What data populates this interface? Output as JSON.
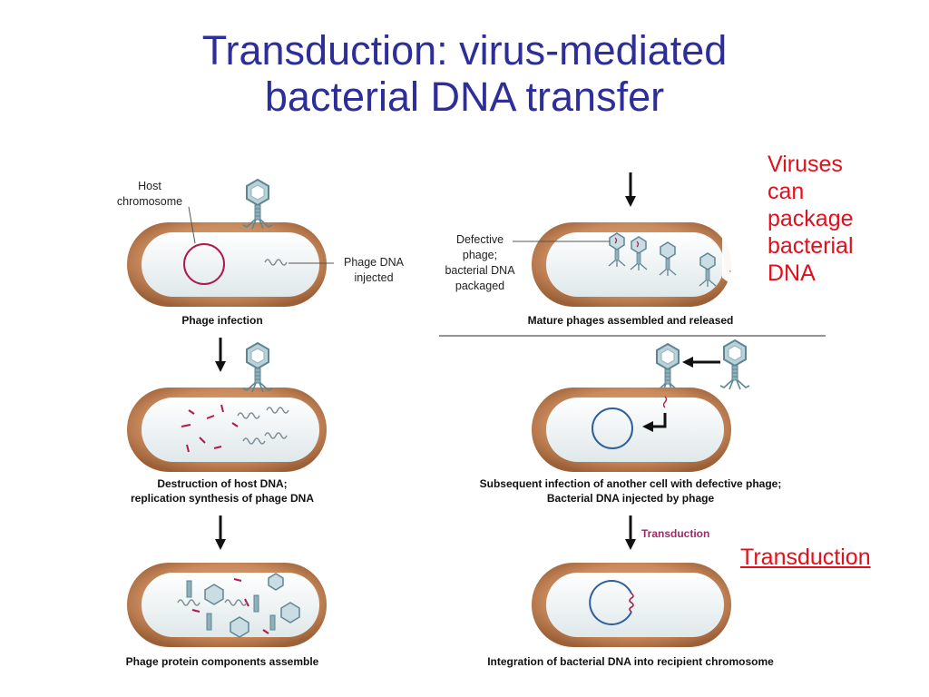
{
  "title": {
    "line1": "Transduction: virus-mediated",
    "line2": "bacterial DNA transfer"
  },
  "side_note": [
    "Viruses",
    "can",
    "package",
    "bacterial",
    "DNA"
  ],
  "transduction_link": "Transduction",
  "labels": {
    "host_chromosome": [
      "Host",
      "chromosome"
    ],
    "phage_dna_injected": [
      "Phage DNA",
      "injected"
    ],
    "defective_phage": [
      "Defective",
      "phage;",
      "bacterial DNA",
      "packaged"
    ],
    "transduction_arrow": "Transduction"
  },
  "captions": {
    "phage_infection": "Phage infection",
    "destruction": [
      "Destruction of host DNA;",
      "replication synthesis of phage DNA"
    ],
    "assemble": "Phage protein components assemble",
    "mature": "Mature phages assembled and released",
    "subsequent": [
      "Subsequent infection of another cell with defective phage;",
      "Bacterial DNA injected by phage"
    ],
    "integration": "Integration of bacterial DNA into recipient chromosome"
  },
  "colors": {
    "title": "#2e2e9a",
    "note": "#e0101c",
    "cell_wall": "#c98a5c",
    "cell_inside": "#eef3f4",
    "dna_red": "#b0194a",
    "dna_blue": "#2f5e9c",
    "phage": "#7fa3b0",
    "transduction_label": "#9a2c63"
  },
  "icons": [
    "bacteriophage-icon",
    "down-arrow-icon",
    "left-arrow-icon",
    "bent-arrow-icon"
  ]
}
